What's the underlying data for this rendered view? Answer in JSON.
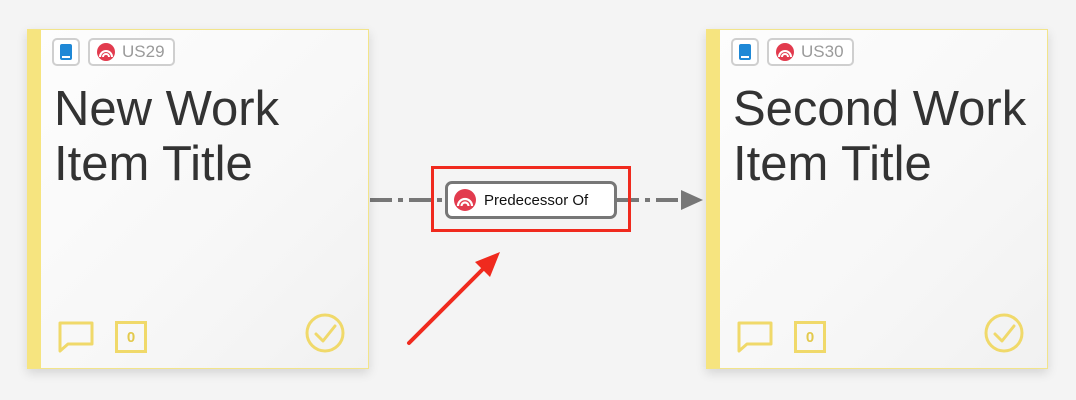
{
  "cards": [
    {
      "type_icon": "book-icon",
      "priority_icon": "rainbow-target-icon",
      "id": "US29",
      "title": "New Work Item Title",
      "comment_icon": "comment-icon",
      "count": "0",
      "status_icon": "check-circle-icon"
    },
    {
      "type_icon": "book-icon",
      "priority_icon": "rainbow-target-icon",
      "id": "US30",
      "title": "Second Work Item Title",
      "comment_icon": "comment-icon",
      "count": "0",
      "status_icon": "check-circle-icon"
    }
  ],
  "relation": {
    "label": "Predecessor Of",
    "icon": "rainbow-target-icon"
  },
  "colors": {
    "card_accent": "#f6e47f",
    "highlight": "#f02a1e",
    "connector": "#777777",
    "book_icon": "#1e88d6",
    "priority_icon": "#e23b4e"
  }
}
